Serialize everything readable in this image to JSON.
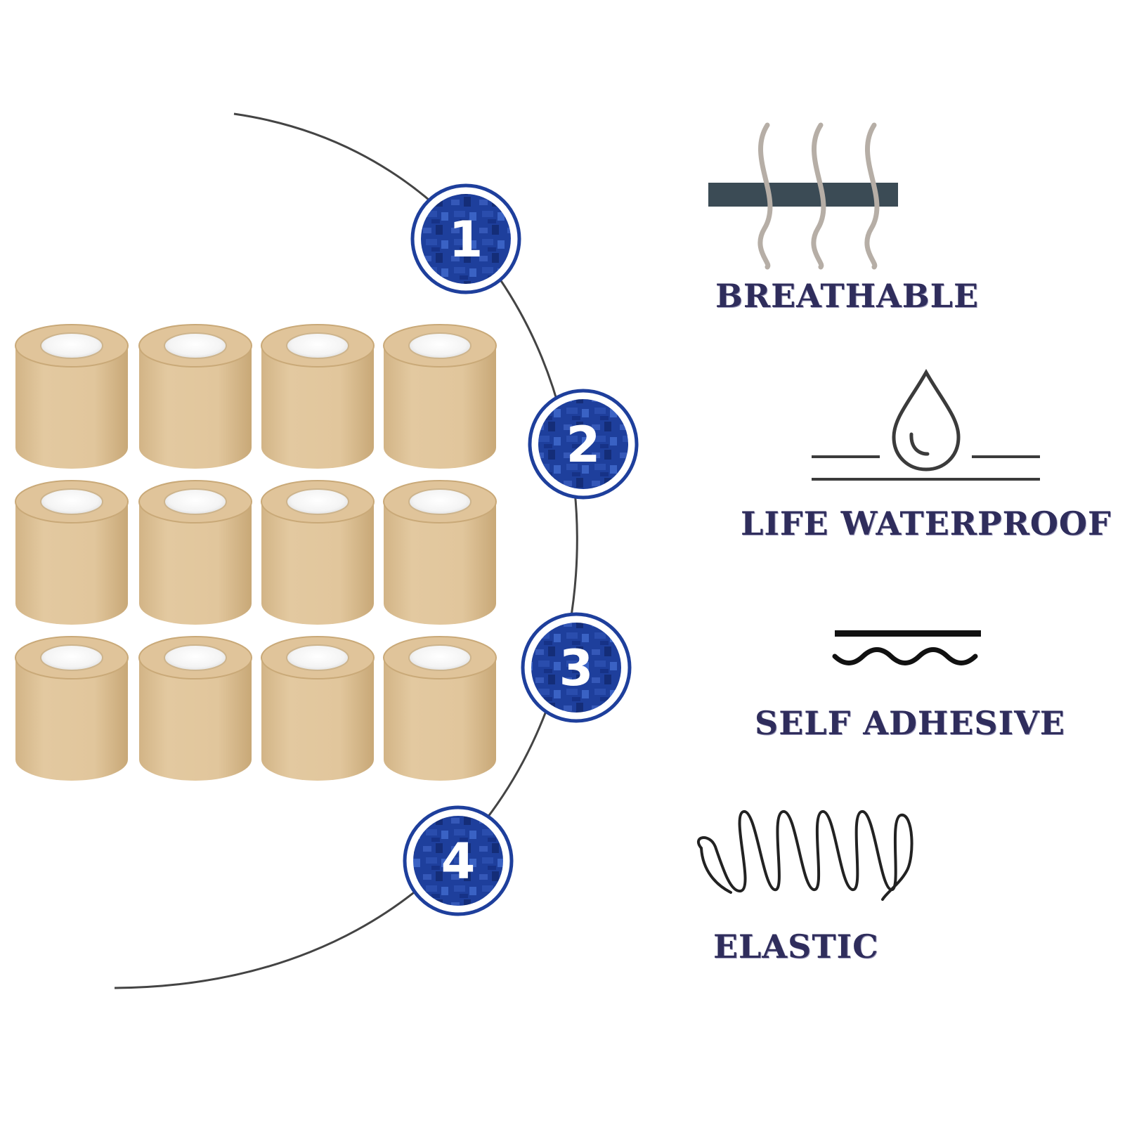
{
  "steps": [
    "1",
    "2",
    "3",
    "4"
  ],
  "features": [
    {
      "label": "BREATHABLE",
      "icon": "breathable-icon"
    },
    {
      "label": "LIFE WATERPROOF",
      "icon": "waterproof-drop-icon"
    },
    {
      "label": "SELF ADHESIVE",
      "icon": "adhesive-wave-icon"
    },
    {
      "label": "ELASTIC",
      "icon": "elastic-spring-icon"
    }
  ],
  "colors": {
    "label_text": "#2f2d5c",
    "badge_blue": "#1e3f9c",
    "badge_dark": "#17307a",
    "bandage_tan": "#e0c49a",
    "bandage_shadow": "#c9a978",
    "icon_dark": "#3b4b55",
    "icon_gray": "#b6aea6"
  }
}
